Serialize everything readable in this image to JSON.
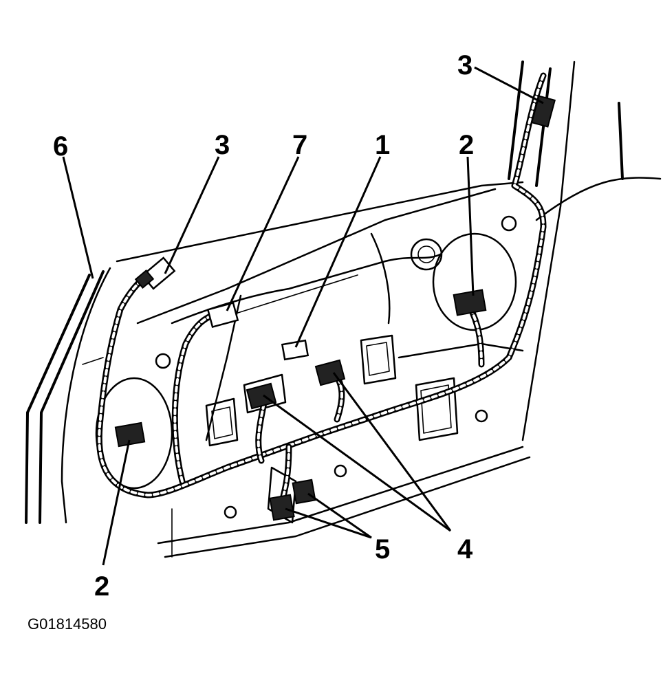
{
  "callouts": [
    {
      "label": "1",
      "part": "connector"
    },
    {
      "label": "2",
      "part": "speaker connector left"
    },
    {
      "label": "2",
      "part": "speaker connector right"
    },
    {
      "label": "3",
      "part": "harness connector upper left"
    },
    {
      "label": "3",
      "part": "harness connector upper right"
    },
    {
      "label": "4",
      "part": "switch connectors"
    },
    {
      "label": "5",
      "part": "lower connectors"
    },
    {
      "label": "6",
      "part": "door edge"
    },
    {
      "label": "7",
      "part": "harness connector"
    }
  ],
  "figure_id": "G01814580",
  "colors": {
    "ink": "#000000",
    "paper": "#ffffff"
  }
}
